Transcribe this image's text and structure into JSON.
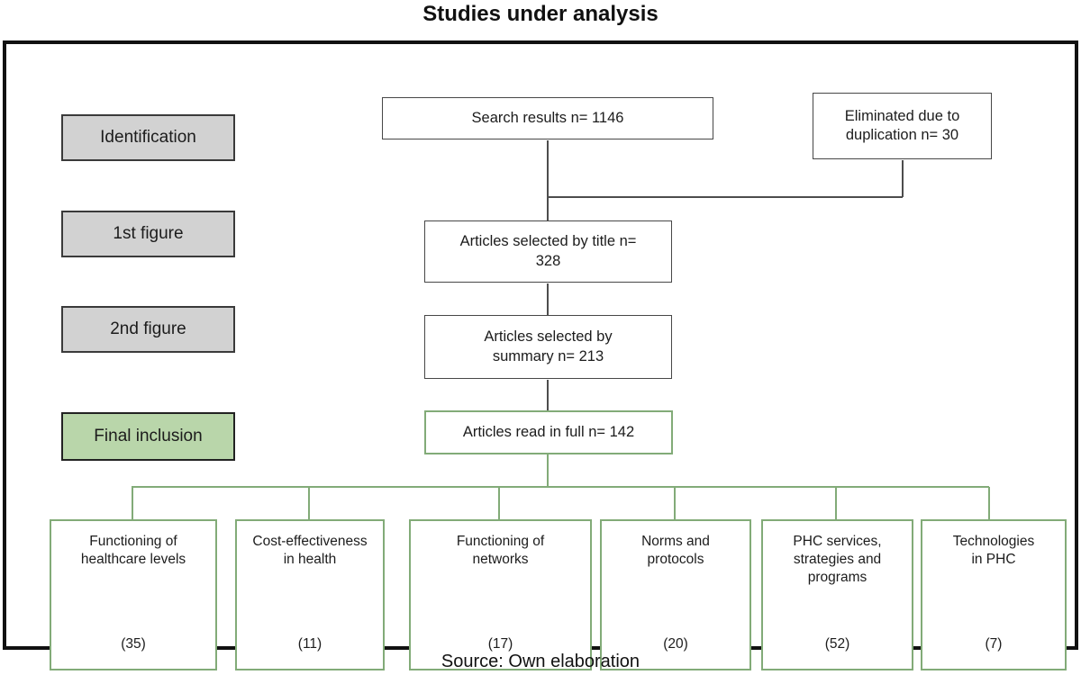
{
  "title": "Studies under analysis",
  "source": "Source: Own elaboration",
  "colors": {
    "green_border": "#82ab78",
    "green_fill": "#b9d6aa",
    "gray_fill": "#d2d2d2",
    "line": "#4d4d4d",
    "frame": "#111111"
  },
  "stages": [
    {
      "label": "Identification",
      "variant": "gray"
    },
    {
      "label": "1st figure",
      "variant": "gray"
    },
    {
      "label": "2nd figure",
      "variant": "gray"
    },
    {
      "label": "Final inclusion",
      "variant": "green"
    }
  ],
  "flow": {
    "search_results": "Search results n= 1146",
    "eliminated": "Eliminated due to\nduplication n= 30",
    "selected_title": "Articles selected by title n=\n328",
    "selected_summary": "Articles selected by\nsummary n= 213",
    "read_full": "Articles read in full n= 142"
  },
  "categories": [
    {
      "label": "Functioning of\nhealthcare levels",
      "count": "(35)"
    },
    {
      "label": "Cost-effectiveness\nin health",
      "count": "(11)"
    },
    {
      "label": "Functioning of\nnetworks",
      "count": "(17)"
    },
    {
      "label": "Norms and\nprotocols",
      "count": "(20)"
    },
    {
      "label": "PHC services,\nstrategies and\nprograms",
      "count": "(52)"
    },
    {
      "label": "Technologies\nin PHC",
      "count": "(7)"
    }
  ]
}
